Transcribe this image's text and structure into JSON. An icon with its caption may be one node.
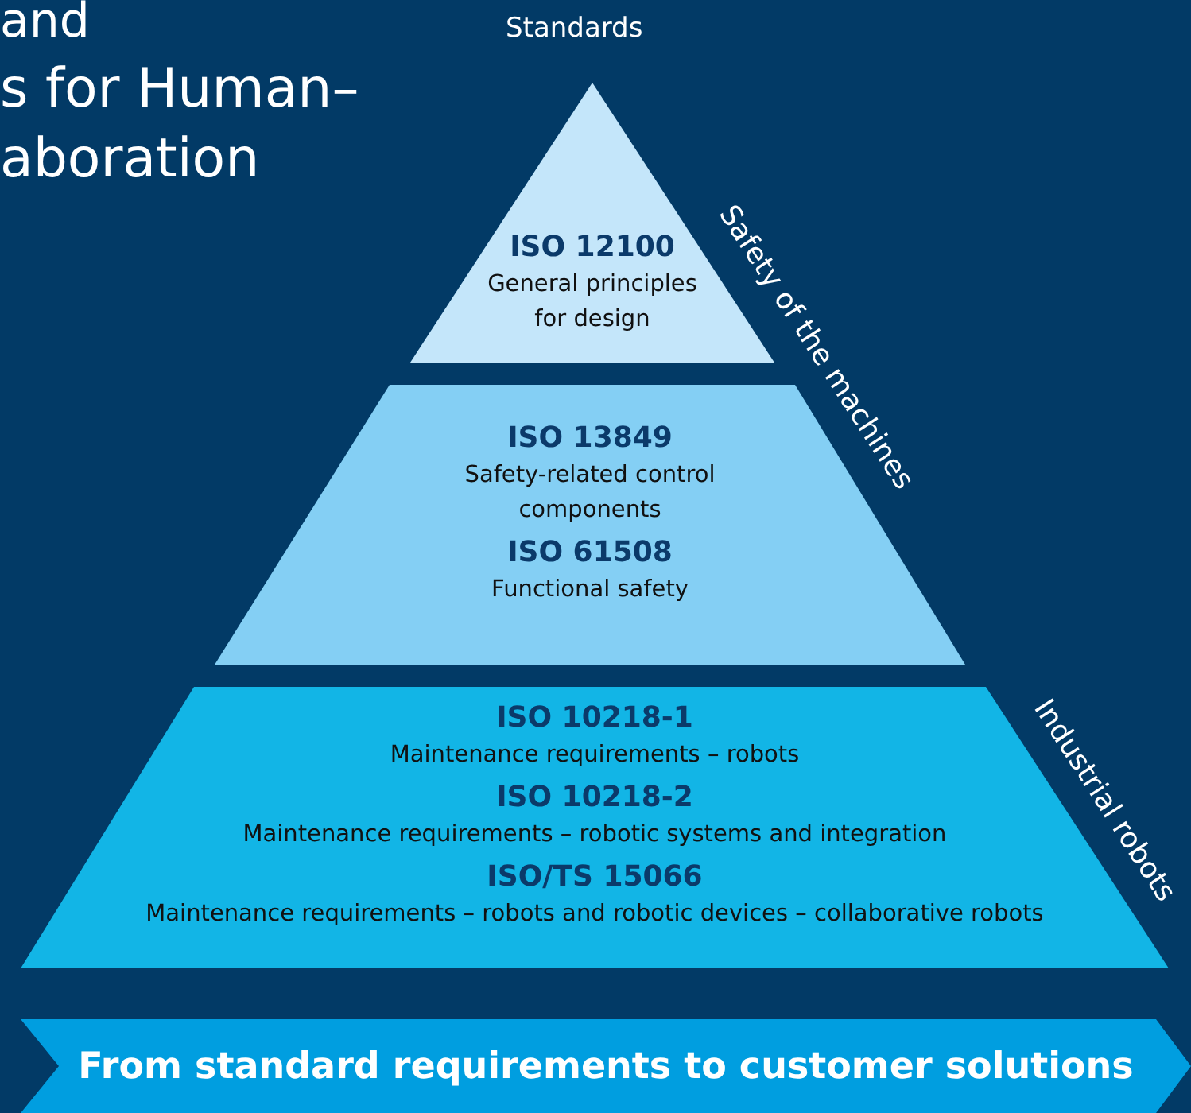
{
  "diagram": {
    "nodes": [
      {
        "text": [
          "ISO 12100",
          "General principles for design"
        ]
      },
      {
        "text": [
          "ISO 13849",
          "Safety-related control components",
          "ISO 61508",
          "Functional safety"
        ]
      },
      {
        "text": [
          "ISO 10218-1",
          "Maintenance requirements – robots",
          "ISO 10218-2",
          "Maintenance requirements – robotic systems and integration",
          "ISO/TS 15066",
          "Maintenance requirements – robots and robotic devices – collaborative robots"
        ]
      },
      {
        "text": [
          "From standard requirements to customer solutions"
        ]
      }
    ],
    "edges": [],
    "labels": [
      "and",
      "s for Human–",
      "aboration",
      "Standards",
      "Safety of the machines",
      "Industrial robots"
    ]
  }
}
